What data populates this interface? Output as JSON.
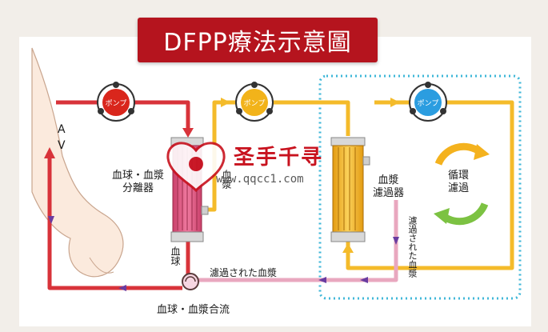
{
  "title": "DFPP療法示意圖",
  "pumps": [
    {
      "label": "ポンプ",
      "color": "#d9261c"
    },
    {
      "label": "ポンプ",
      "color": "#f2b31a"
    },
    {
      "label": "ポンプ",
      "color": "#2b9de0"
    }
  ],
  "labels": {
    "av": "A V",
    "separator": [
      "血球・血漿",
      "分離器"
    ],
    "plasma_vertical": "血漿",
    "blood_cell_vertical": "血球",
    "filter": [
      "血漿",
      "濾過器"
    ],
    "circulation": [
      "循環",
      "濾過"
    ],
    "filtered_vertical": "濾過された血漿",
    "filtered_horizontal": "濾過された血漿",
    "merge": "血球・血漿合流"
  },
  "watermark": {
    "brand": "圣手千寻",
    "url": "www.qqcc1.com"
  },
  "colors": {
    "blood_line": "#d8333a",
    "plasma_line": "#f4bb2a",
    "return_line": "#e9a7bf",
    "loop_dots": "#3fb7d8"
  }
}
